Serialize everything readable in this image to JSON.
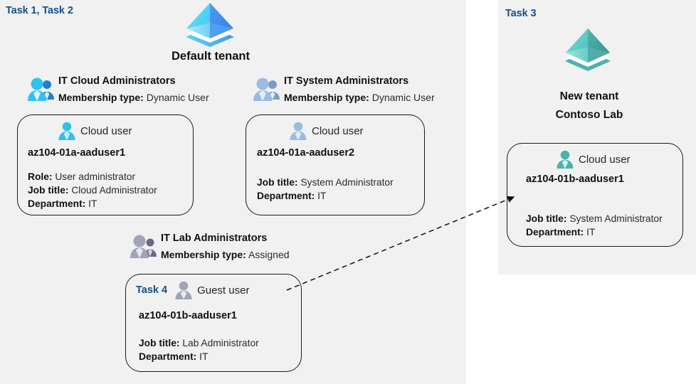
{
  "panels": {
    "default_tenant": {
      "task_label": "Task 1, Task 2",
      "tenant_title": "Default tenant"
    },
    "new_tenant": {
      "task_label": "Task 3",
      "tenant_title_line1": "New  tenant",
      "tenant_title_line2": "Contoso Lab"
    }
  },
  "groups": {
    "cloud_admins": {
      "name": "IT Cloud Administrators",
      "meta_label": "Membership type:",
      "meta_value": "Dynamic User",
      "icon": "group-users-icon"
    },
    "system_admins": {
      "name": "IT System Administrators",
      "meta_label": "Membership type:",
      "meta_value": "Dynamic User",
      "icon": "group-users-icon"
    },
    "lab_admins": {
      "name": "IT Lab Administrators",
      "meta_label": "Membership type:",
      "meta_value": "Assigned",
      "icon": "group-users-icon"
    }
  },
  "cards": {
    "aaduser1": {
      "user_type": "Cloud user",
      "icon": "cloud-user-icon",
      "name": "az104-01a-aaduser1",
      "attrs": [
        {
          "label": "Role:",
          "value": "User administrator"
        },
        {
          "label": "Job title:",
          "value": "Cloud Administrator"
        },
        {
          "label": "Department:",
          "value": "IT"
        }
      ]
    },
    "aaduser2": {
      "user_type": "Cloud user",
      "icon": "cloud-user-icon",
      "name": "az104-01a-aaduser2",
      "attrs": [
        {
          "label": "Job title:",
          "value": "System Administrator"
        },
        {
          "label": "Department:",
          "value": "IT"
        }
      ]
    },
    "guest": {
      "task_label": "Task 4",
      "user_type": "Guest user",
      "icon": "guest-user-icon",
      "name": "az104-01b-aaduser1",
      "attrs": [
        {
          "label": "Job title:",
          "value": "Lab Administrator"
        },
        {
          "label": "Department:",
          "value": "IT"
        }
      ]
    },
    "b_aaduser1": {
      "user_type": "Cloud user",
      "icon": "cloud-user-icon",
      "name": "az104-01b-aaduser1",
      "attrs": [
        {
          "label": "Job title:",
          "value": "System Administrator"
        },
        {
          "label": "Department:",
          "value": "IT"
        }
      ]
    }
  },
  "connector": {
    "name": "invite-guest-arrow",
    "style": "dashed-arrow"
  },
  "colors": {
    "task_blue": "#11518c",
    "panel_bg": "#f1f1f1",
    "card_border": "#1a1a1a",
    "tenant_blue_light": "#50d8f5",
    "tenant_blue_dark": "#3b8bef",
    "tenant_teal_light": "#5fd3cf",
    "tenant_teal_dark": "#3fa09c",
    "cloud_user_blue": "#29b5e8",
    "guest_user_gray": "#9a9aae",
    "text_dark": "#111111"
  }
}
